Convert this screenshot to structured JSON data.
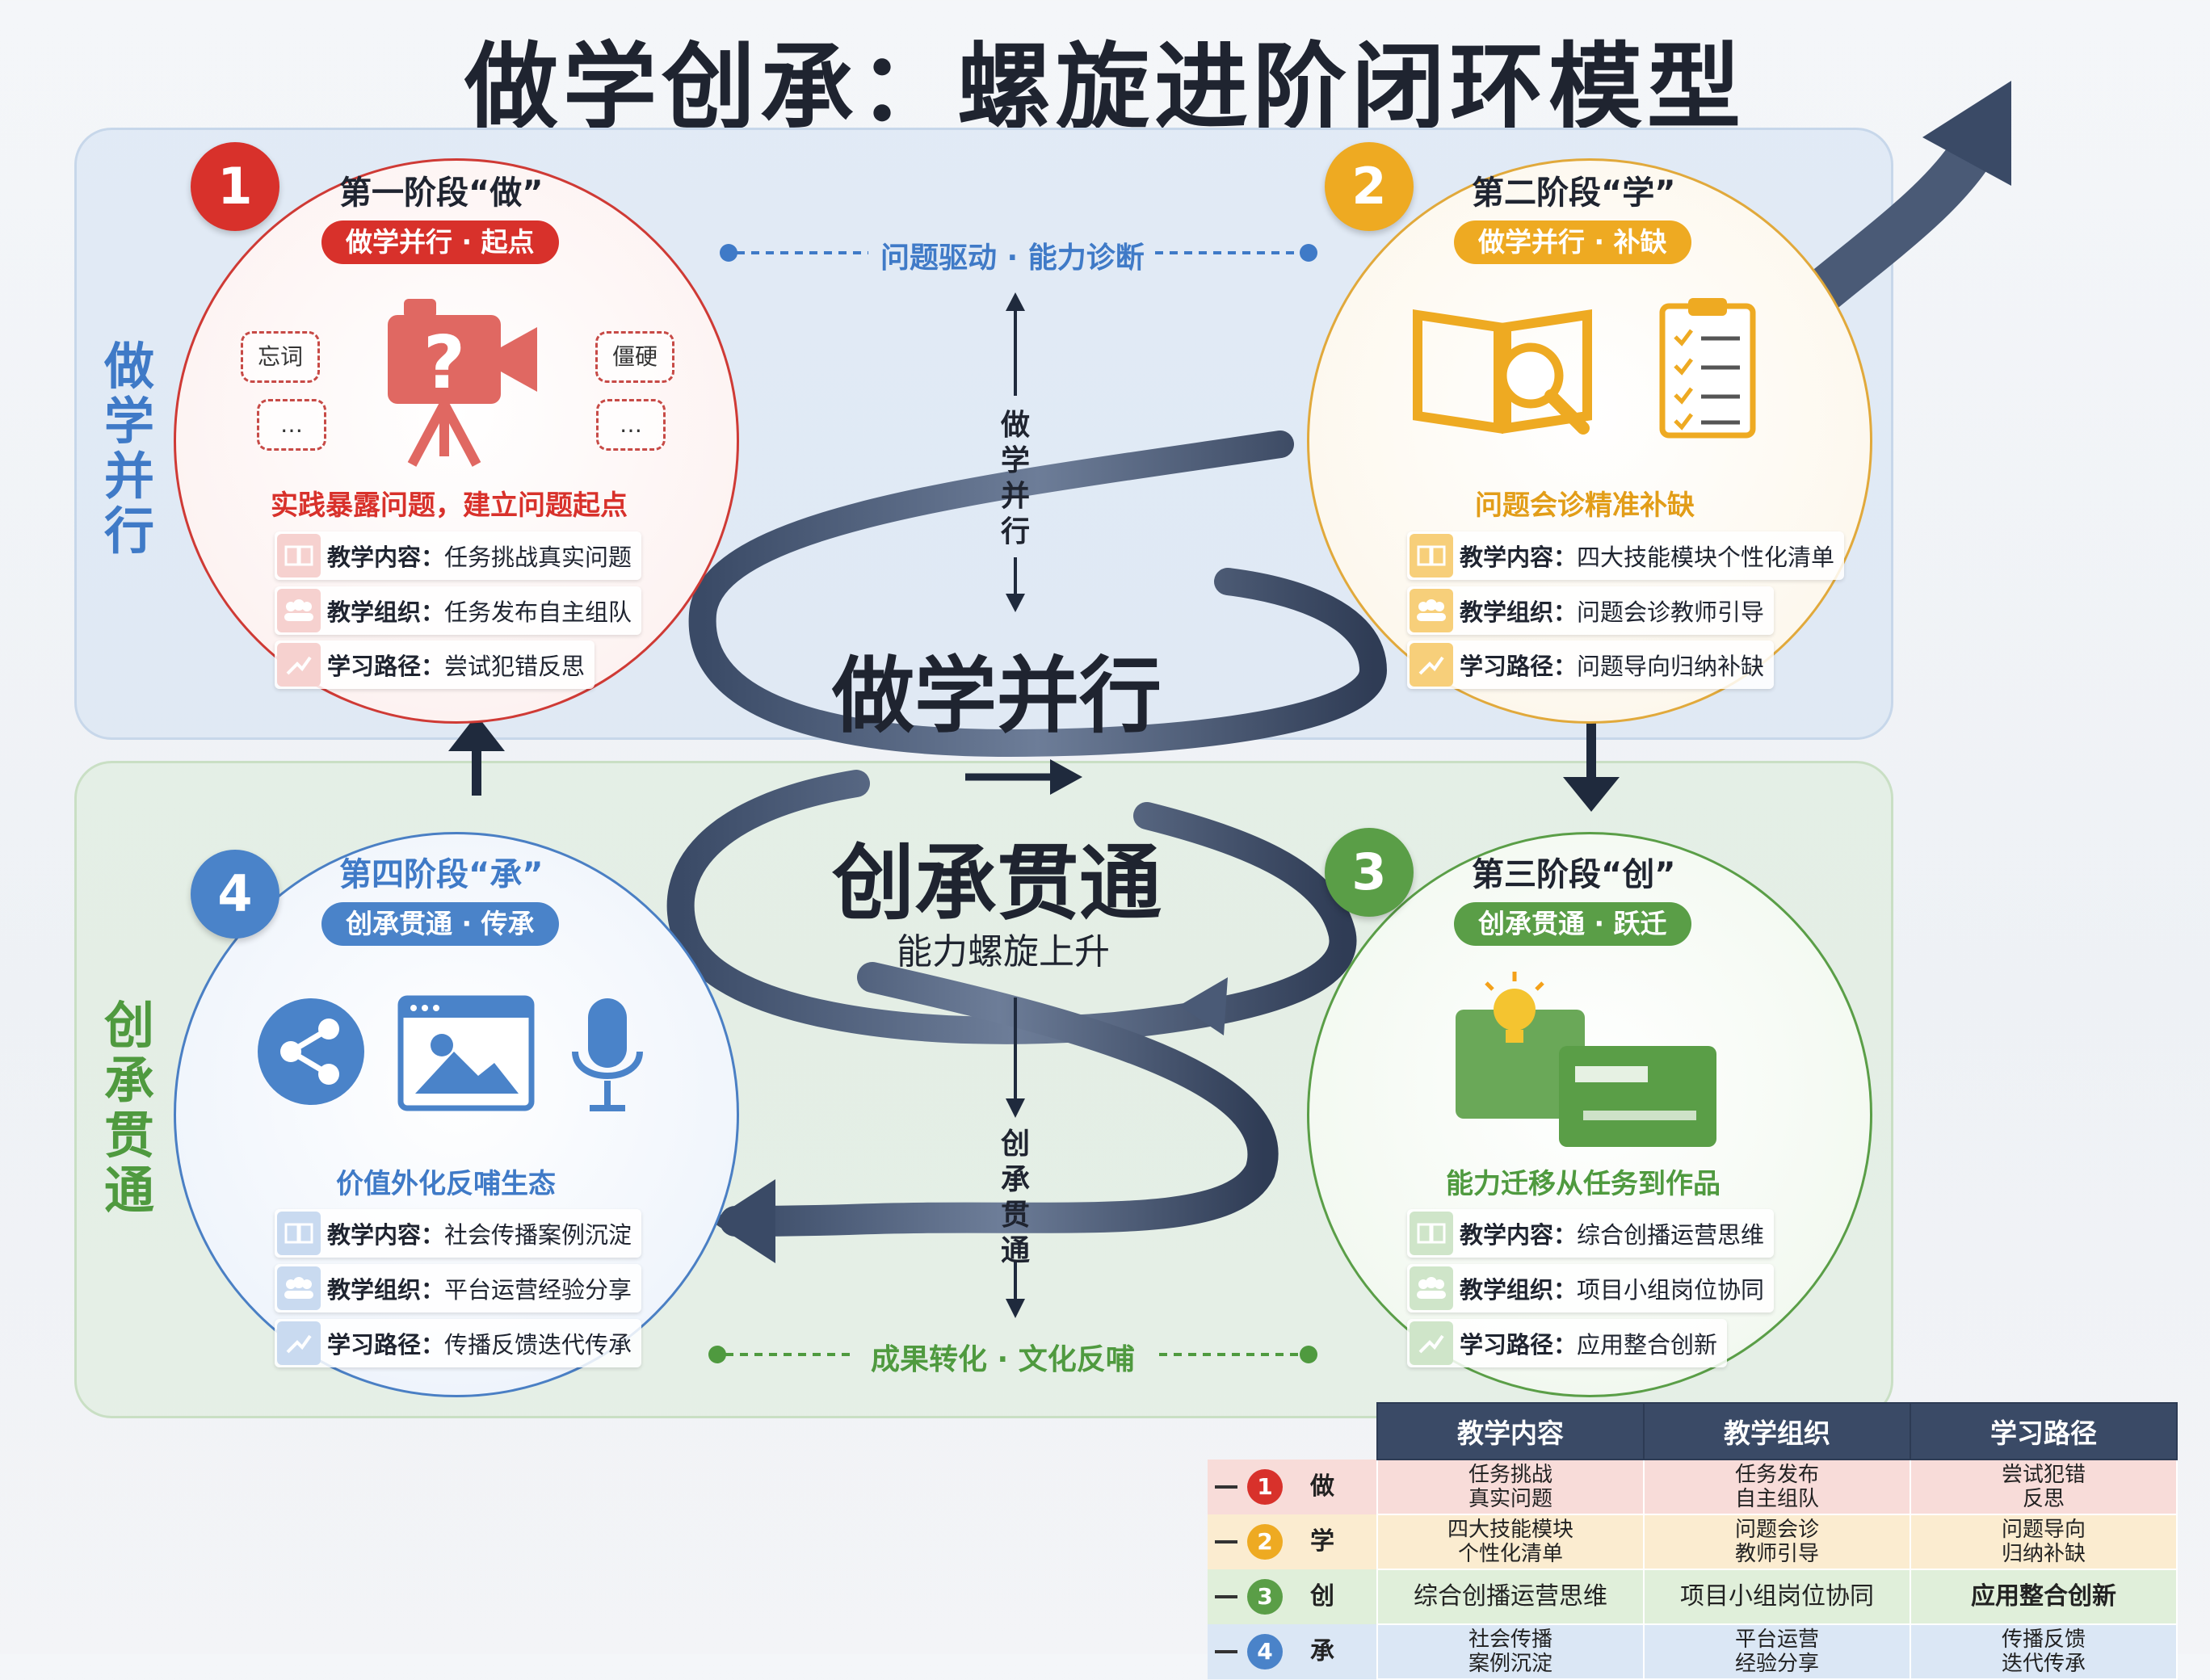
{
  "title": "做学创承：螺旋进阶闭环模型",
  "group_labels": {
    "top": "做学并行",
    "bottom": "创承贯通"
  },
  "center": {
    "line1": "做学并行",
    "arrow": "→",
    "line2": "创承贯通",
    "sub": "能力螺旋上升",
    "vertical_top": "做学并行",
    "vertical_bottom": "创承贯通"
  },
  "connectors": {
    "top": "问题驱动 · 能力诊断",
    "bottom": "成果转化 · 文化反哺"
  },
  "colors": {
    "red": "#d8312b",
    "yellow": "#eeaa22",
    "green": "#5a9e47",
    "blue": "#4a83c9",
    "navy": "#3a4a66"
  },
  "stages": [
    {
      "num": "1",
      "title": "第一阶段“做”",
      "pill": "做学并行 · 起点",
      "subtitle": "实践暴露问题，建立问题起点",
      "tags": [
        "忘词",
        "僵硬",
        "…",
        "…"
      ],
      "rows": [
        {
          "k": "教学内容：",
          "v": "任务挑战真实问题"
        },
        {
          "k": "教学组织：",
          "v": "任务发布自主组队"
        },
        {
          "k": "学习路径：",
          "v": "尝试犯错反思"
        }
      ],
      "icons": [
        "camera-icon",
        "question-icon"
      ]
    },
    {
      "num": "2",
      "title": "第二阶段“学”",
      "pill": "做学并行 · 补缺",
      "subtitle": "问题会诊精准补缺",
      "rows": [
        {
          "k": "教学内容：",
          "v": "四大技能模块个性化清单"
        },
        {
          "k": "教学组织：",
          "v": "问题会诊教师引导"
        },
        {
          "k": "学习路径：",
          "v": "问题导向归纳补缺"
        }
      ],
      "icons": [
        "open-book-magnifier-icon",
        "checklist-icon"
      ]
    },
    {
      "num": "3",
      "title": "第三阶段“创”",
      "pill": "创承贯通 · 跃迁",
      "subtitle": "能力迁移从任务到作品",
      "rows": [
        {
          "k": "教学内容：",
          "v": "综合创播运营思维"
        },
        {
          "k": "教学组织：",
          "v": "项目小组岗位协同"
        },
        {
          "k": "学习路径：",
          "v": "应用整合创新"
        }
      ],
      "icons": [
        "lightbulb-icon",
        "video-card-icon"
      ]
    },
    {
      "num": "4",
      "title": "第四阶段“承”",
      "pill": "创承贯通 · 传承",
      "subtitle": "价值外化反哺生态",
      "rows": [
        {
          "k": "教学内容：",
          "v": "社会传播案例沉淀"
        },
        {
          "k": "教学组织：",
          "v": "平台运营经验分享"
        },
        {
          "k": "学习路径：",
          "v": "传播反馈迭代传承"
        }
      ],
      "icons": [
        "share-icon",
        "image-window-icon",
        "microphone-icon"
      ]
    }
  ],
  "table": {
    "headers": [
      "教学内容",
      "教学组织",
      "学习路径"
    ],
    "rows": [
      {
        "num": "1",
        "label": "做",
        "cells": [
          "任务挑战\n真实问题",
          "任务发布\n自主组队",
          "尝试犯错\n反思"
        ]
      },
      {
        "num": "2",
        "label": "学",
        "cells": [
          "四大技能模块\n个性化清单",
          "问题会诊\n教师引导",
          "问题导向\n归纳补缺"
        ]
      },
      {
        "num": "3",
        "label": "创",
        "cells": [
          "综合创播运营思维",
          "项目小组岗位协同",
          "应用整合创新"
        ]
      },
      {
        "num": "4",
        "label": "承",
        "cells": [
          "社会传播\n案例沉淀",
          "平台运营\n经验分享",
          "传播反馈\n迭代传承"
        ]
      }
    ]
  }
}
